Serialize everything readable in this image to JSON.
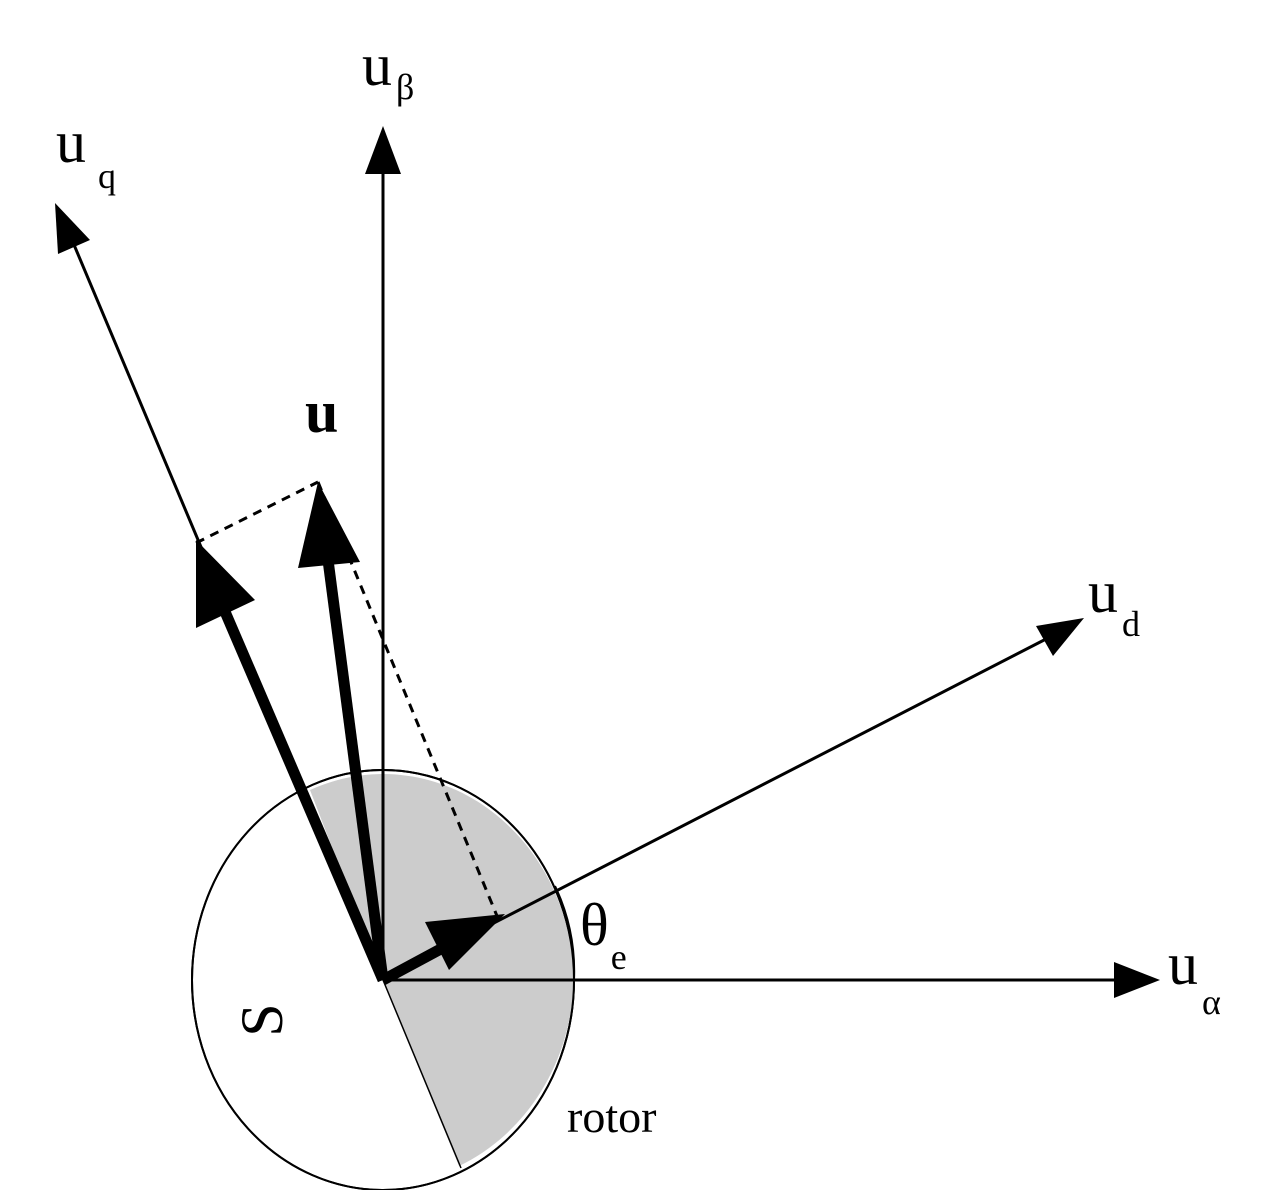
{
  "diagram": {
    "type": "vector-diagram",
    "axes": {
      "alpha": {
        "base": "u",
        "sub": "α"
      },
      "beta": {
        "base": "u",
        "sub": "β"
      },
      "d": {
        "base": "u",
        "sub": "d"
      },
      "q": {
        "base": "u",
        "sub": "q"
      }
    },
    "vector": {
      "label": "u"
    },
    "angle": {
      "base": "θ",
      "sub": "e"
    },
    "rotor": {
      "label": "rotor",
      "pole": "S"
    },
    "colors": {
      "rotor_fill": "#cccccc",
      "stroke": "#000000",
      "background": "#ffffff"
    }
  }
}
